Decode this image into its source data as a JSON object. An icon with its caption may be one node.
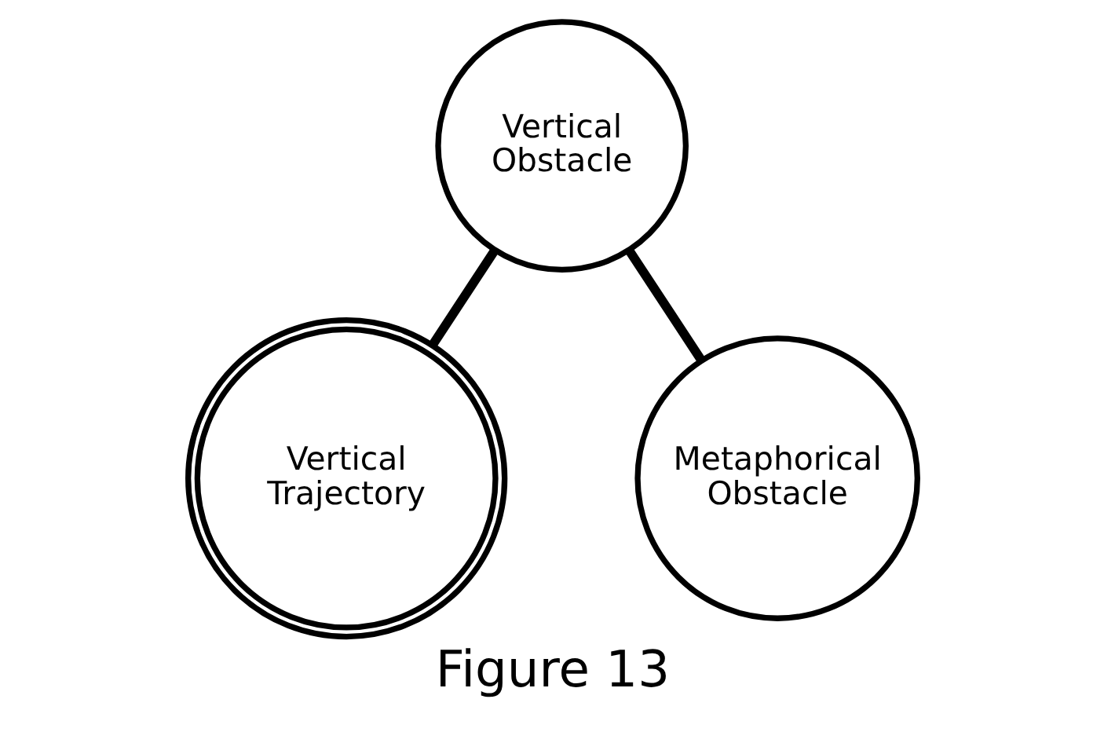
{
  "diagram": {
    "caption": "Figure 13",
    "nodes": [
      {
        "text": [
          "Vertical Trajectory"
        ]
      },
      {
        "text": [
          "Vertical Obstacle"
        ]
      },
      {
        "text": [
          "Metaphorical Obstacle"
        ]
      }
    ],
    "edges": [
      {
        "from": 0,
        "to": 1,
        "arrow": "none"
      },
      {
        "from": 1,
        "to": 2,
        "arrow": "none"
      }
    ]
  }
}
